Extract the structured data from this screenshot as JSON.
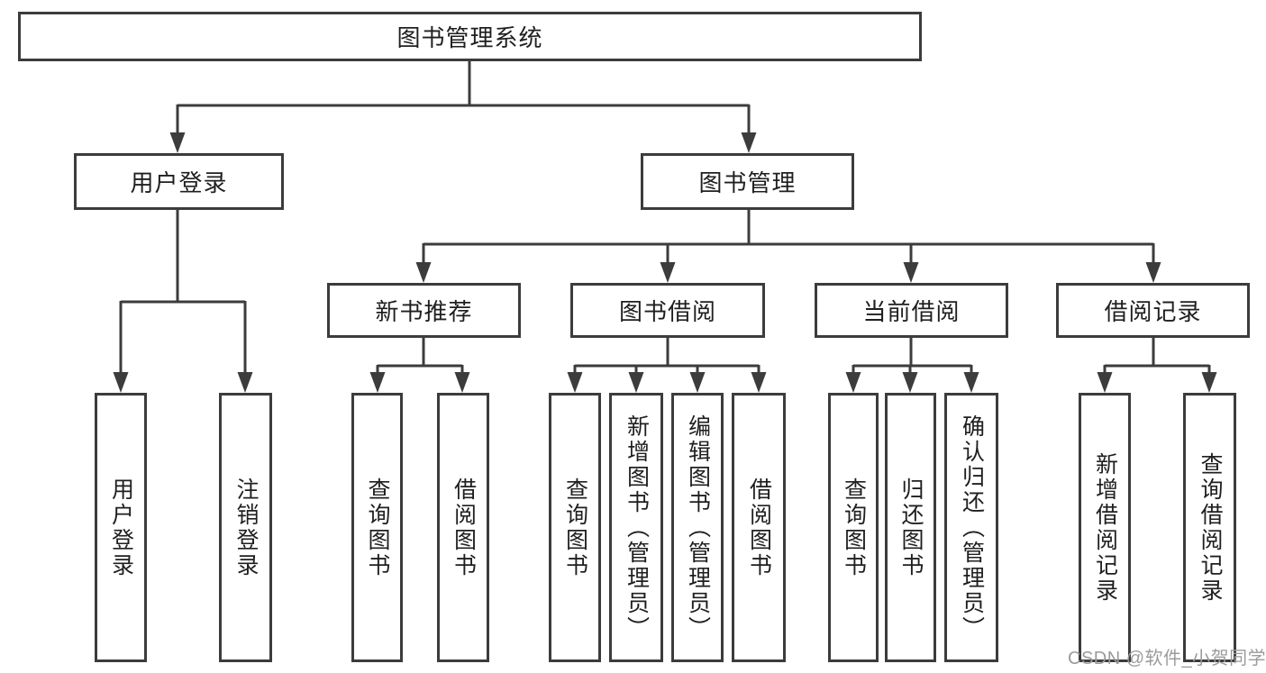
{
  "diagram": {
    "root": {
      "label": "图书管理系统"
    },
    "level2": [
      {
        "label": "用户登录"
      },
      {
        "label": "图书管理"
      }
    ],
    "level3": [
      {
        "label": "新书推荐"
      },
      {
        "label": "图书借阅"
      },
      {
        "label": "当前借阅"
      },
      {
        "label": "借阅记录"
      }
    ],
    "leaves": {
      "user_login": [
        {
          "label": "用户登录"
        },
        {
          "label": "注销登录"
        }
      ],
      "new_book_rec": [
        {
          "label": "查询图书"
        },
        {
          "label": "借阅图书"
        }
      ],
      "book_borrow": [
        {
          "label": "查询图书"
        },
        {
          "label": "新增图书（管理员）"
        },
        {
          "label": "编辑图书（管理员）"
        },
        {
          "label": "借阅图书"
        }
      ],
      "current_borrow": [
        {
          "label": "查询图书"
        },
        {
          "label": "归还图书"
        },
        {
          "label": "确认归还（管理员）"
        }
      ],
      "borrow_records": [
        {
          "label": "新增借阅记录"
        },
        {
          "label": "查询借阅记录"
        }
      ]
    }
  },
  "watermark": {
    "text": "CSDN @软件_小贺同学"
  },
  "colors": {
    "line": "#3c3c3c",
    "box_border": "#3c3c3c",
    "box_fill": "#ffffff",
    "text": "#1f1f1f",
    "watermark_text": "#9b9b9b",
    "background": "#ffffff"
  }
}
